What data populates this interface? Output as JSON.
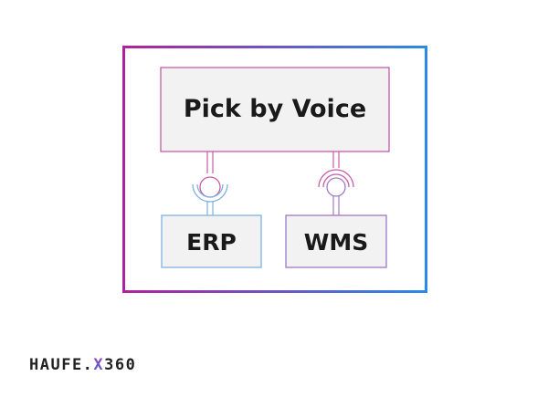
{
  "diagram": {
    "main_box": {
      "label": "Pick by Voice"
    },
    "components": [
      {
        "label": "ERP"
      },
      {
        "label": "WMS"
      }
    ]
  },
  "brand": {
    "name_part": "HAUFE.",
    "x_part": "X",
    "suffix_part": "360"
  },
  "colors": {
    "gradient_start": "#b0229c",
    "gradient_end": "#2a8ae6",
    "main_border": "#c85aa8",
    "erp_border": "#7fb1e0",
    "wms_border": "#a277c6",
    "box_fill": "#f2f2f2",
    "text": "#1a1a1a",
    "brand_text": "#222222",
    "brand_accent": "#7a3fc9"
  }
}
